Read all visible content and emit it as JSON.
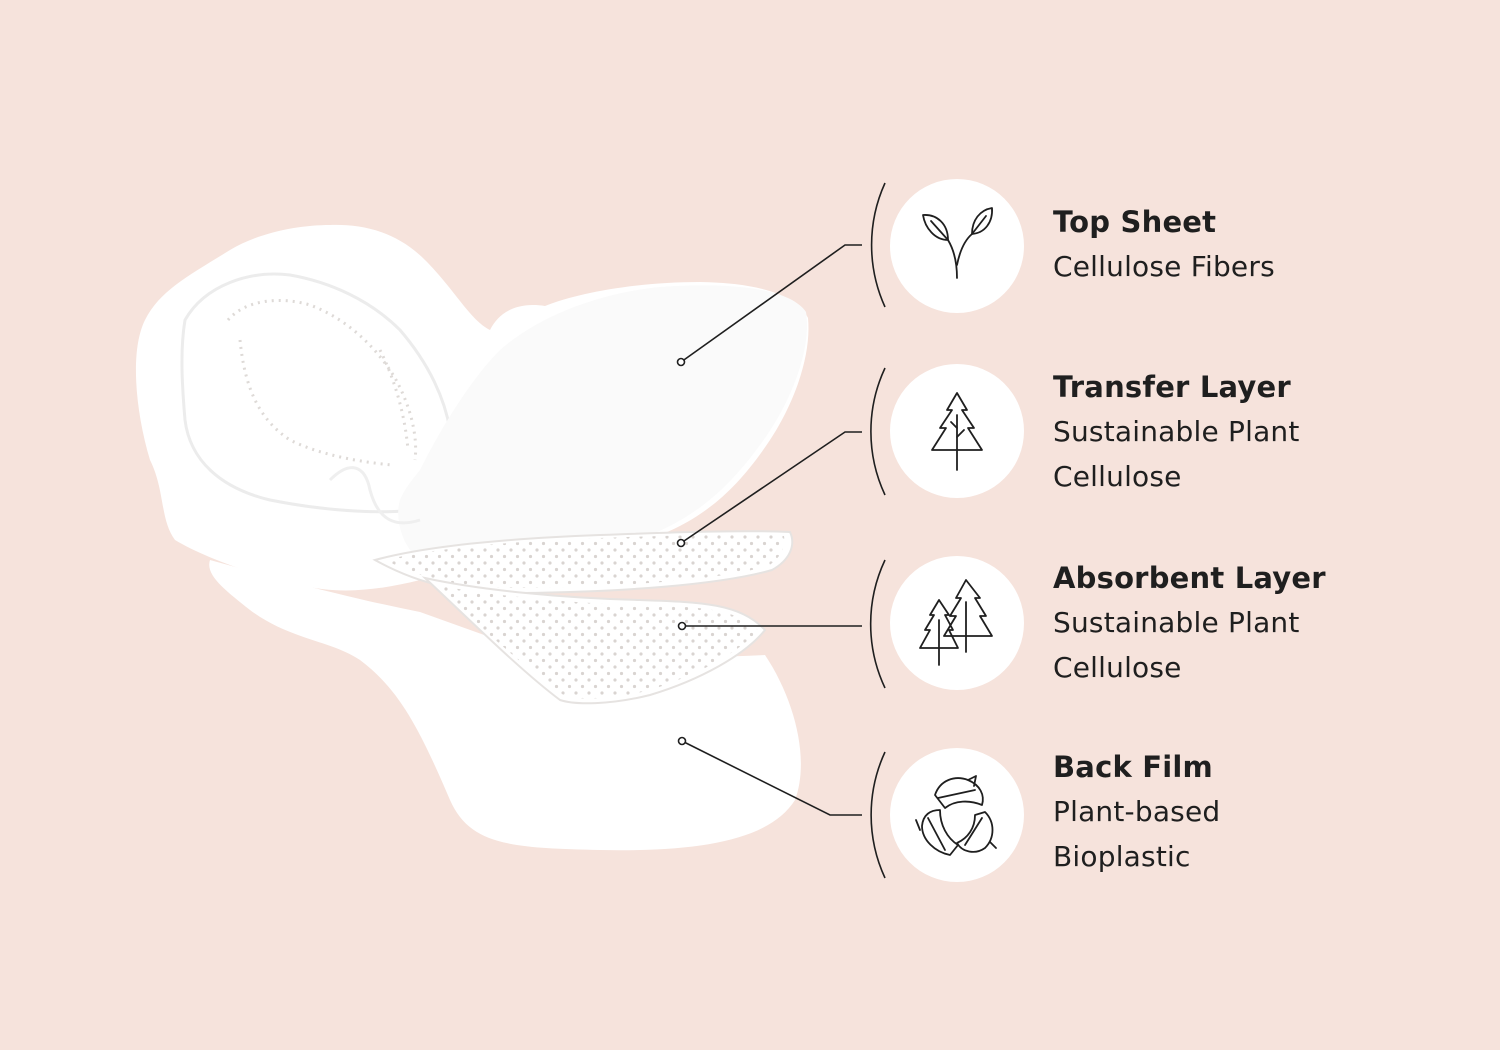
{
  "colors": {
    "background": "#f6e3dc",
    "pad": "#ffffff",
    "line": "#1f1f1f",
    "icon_circle": "#ffffff"
  },
  "layers": [
    {
      "title": "Top Sheet",
      "lines": [
        "Cellulose Fibers"
      ],
      "icon": "leaf-sprout-icon"
    },
    {
      "title": "Transfer Layer",
      "lines": [
        "Sustainable Plant",
        "Cellulose"
      ],
      "icon": "pine-tree-icon"
    },
    {
      "title": "Absorbent Layer",
      "lines": [
        "Sustainable Plant",
        "Cellulose"
      ],
      "icon": "two-pine-trees-icon"
    },
    {
      "title": "Back Film",
      "lines": [
        "Plant-based",
        "Bioplastic"
      ],
      "icon": "recycle-leaves-icon"
    }
  ]
}
